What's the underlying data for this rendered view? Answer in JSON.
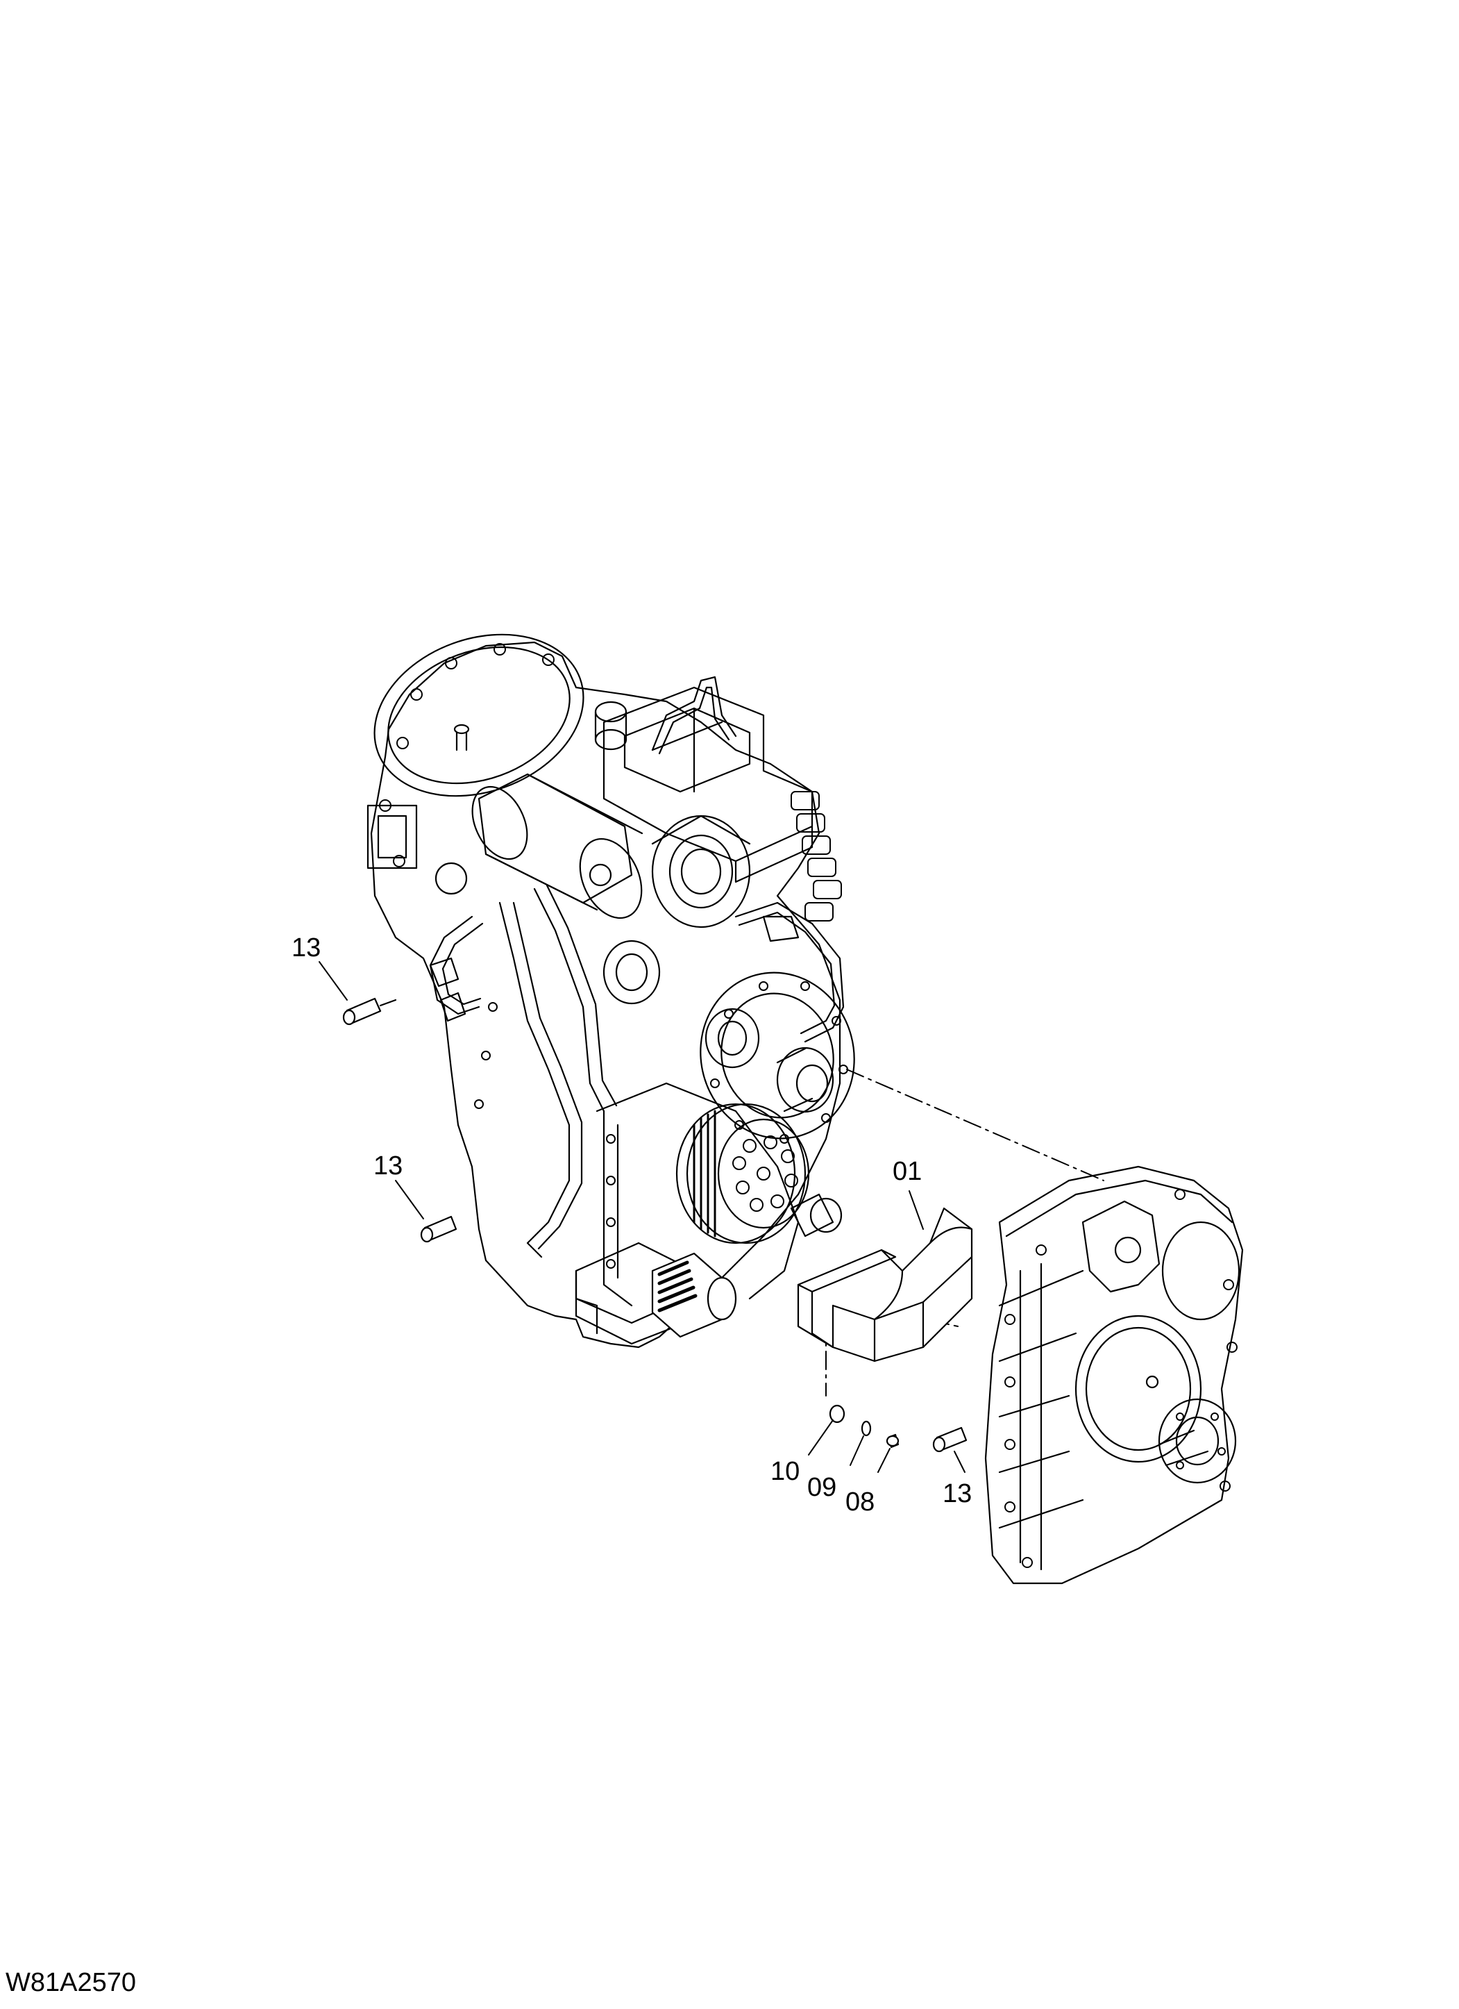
{
  "drawing_code": "W81A2570",
  "callouts": [
    {
      "id": "c13a",
      "label": "13"
    },
    {
      "id": "c13b",
      "label": "13"
    },
    {
      "id": "c01",
      "label": "01"
    },
    {
      "id": "c10",
      "label": "10"
    },
    {
      "id": "c09",
      "label": "09"
    },
    {
      "id": "c08",
      "label": "08"
    },
    {
      "id": "c13c",
      "label": "13"
    }
  ]
}
